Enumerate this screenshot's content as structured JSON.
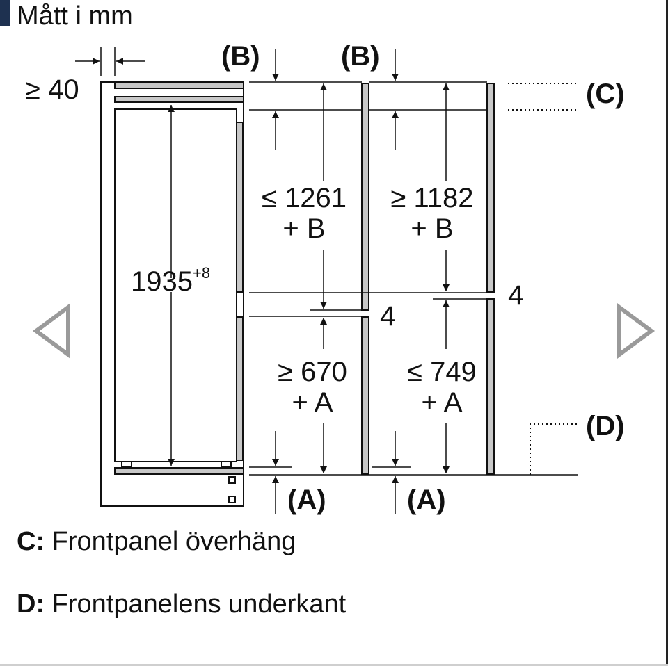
{
  "title": "Mått i mm",
  "labels": {
    "gap_top": "≥ 40",
    "height_total": "1935",
    "height_total_tol": "+8",
    "b_left": "(B)",
    "b_right": "(B)",
    "c_label": "(C)",
    "d_label": "(D)",
    "a_left": "(A)",
    "a_right": "(A)",
    "upper_left_1": "≤ 1261",
    "upper_left_2": "+ B",
    "upper_right_1": "≥ 1182",
    "upper_right_2": "+ B",
    "lower_left_1": "≥ 670",
    "lower_left_2": "+ A",
    "lower_right_1": "≤ 749",
    "lower_right_2": "+ A",
    "gap_mid_left": "4",
    "gap_mid_right": "4"
  },
  "legend": {
    "c_key": "C:",
    "c_text": " Frontpanel överhäng",
    "d_key": "D:",
    "d_text": " Frontpanelens underkant"
  },
  "icons": {
    "prev": "triangle-left-outline-icon",
    "next": "triangle-right-outline-icon"
  },
  "colors": {
    "line": "#111111",
    "panel_fill": "#c8c8c8",
    "nav": "#9a9a9a"
  }
}
